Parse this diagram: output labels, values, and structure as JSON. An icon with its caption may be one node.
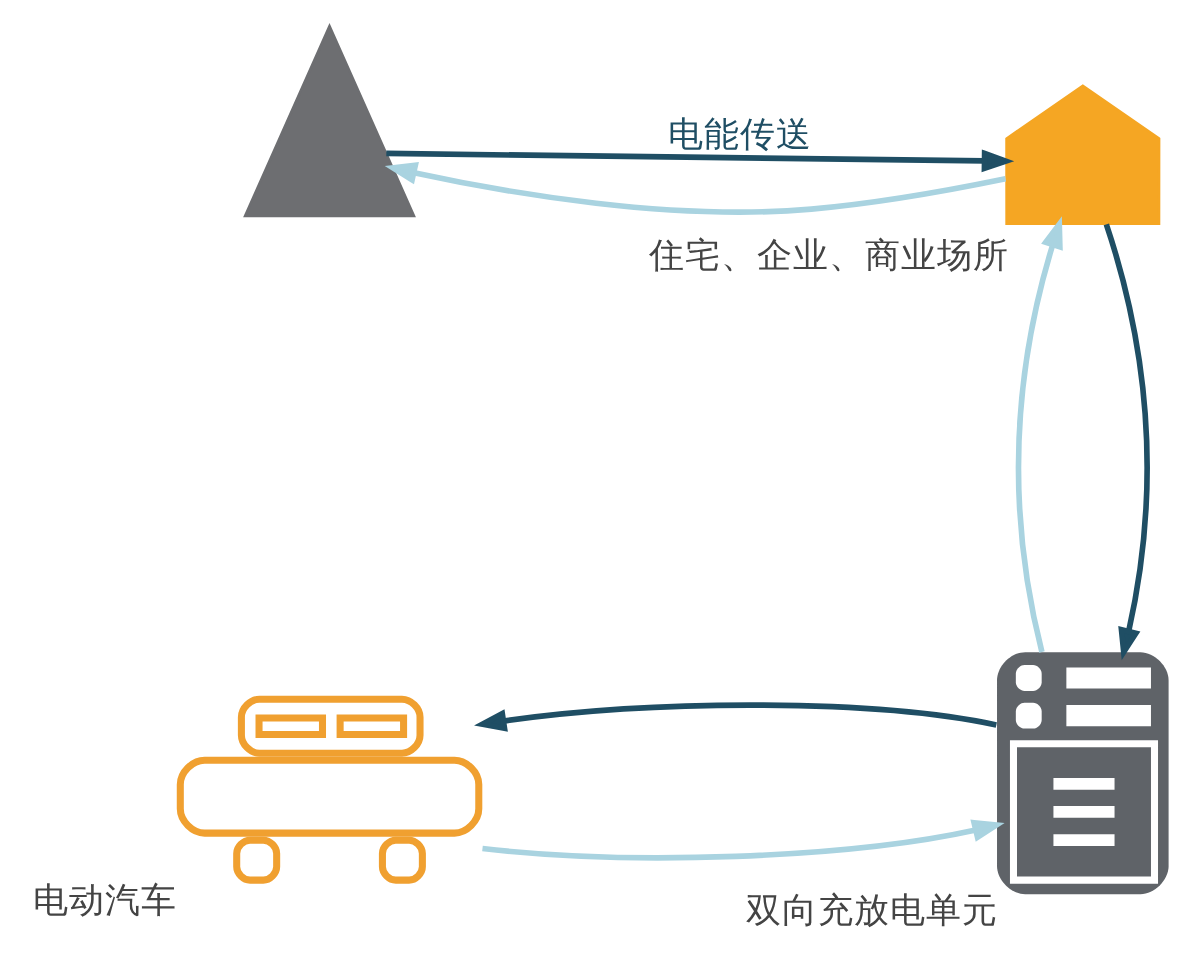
{
  "diagram": {
    "nodes": [
      {
        "text": [],
        "shape": "picture"
      },
      {
        "text": [],
        "shape": "picture",
        "beside": [
          "住宅、企业、商业场所"
        ]
      },
      {
        "text": [],
        "shape": "picture",
        "beside": [
          "双向充放电单元"
        ]
      },
      {
        "text": [],
        "shape": "picture",
        "beside": [
          "电动汽车"
        ]
      }
    ],
    "edges": [
      {
        "from": 0,
        "to": 1,
        "arrow": "to",
        "label": "电能传送",
        "color": "#1f4e64"
      },
      {
        "from": 1,
        "to": 0,
        "arrow": "to",
        "color": "#a9d3e0"
      },
      {
        "from": 1,
        "to": 2,
        "arrow": "to",
        "color": "#1f4e64"
      },
      {
        "from": 2,
        "to": 1,
        "arrow": "to",
        "color": "#a9d3e0"
      },
      {
        "from": 2,
        "to": 3,
        "arrow": "to",
        "color": "#1f4e64"
      },
      {
        "from": 3,
        "to": 2,
        "arrow": "to",
        "color": "#a9d3e0"
      }
    ]
  }
}
